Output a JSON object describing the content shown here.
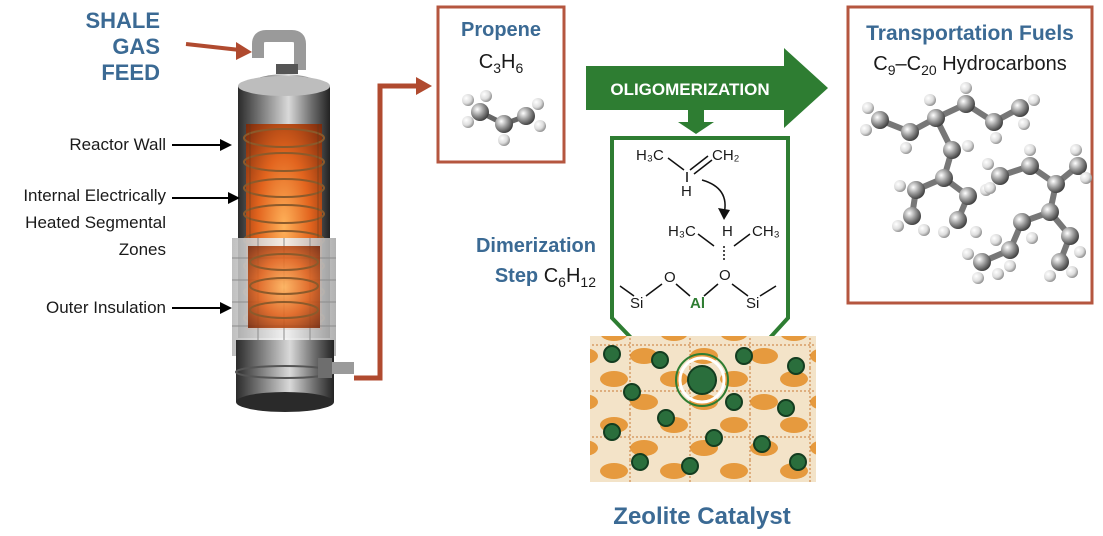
{
  "feed": {
    "line1": "SHALE",
    "line2": "GAS",
    "line3": "FEED"
  },
  "reactor_labels": {
    "wall": "Reactor Wall",
    "heated_1": "Internal Electrically",
    "heated_2": "Heated Segmental",
    "heated_3": "Zones",
    "insulation": "Outer Insulation"
  },
  "propene": {
    "title": "Propene",
    "formula_main": "C",
    "formula_sub1": "3",
    "formula_mid": "H",
    "formula_sub2": "6"
  },
  "oligomerization": {
    "label": "OLIGOMERIZATION"
  },
  "fuels": {
    "title": "Transportation Fuels",
    "formula_c1": "C",
    "formula_sub1": "9",
    "formula_dash": "–C",
    "formula_sub2": "20",
    "formula_rest": " Hydrocarbons"
  },
  "dimerization": {
    "line1": "Dimerization",
    "line2": "Step",
    "formula_c": "C",
    "formula_sub1": "6",
    "formula_h": "H",
    "formula_sub2": "12"
  },
  "mechanism": {
    "h3c": "H₃C",
    "ch2": "CH₂",
    "h_top": "H",
    "h3c2": "H₃C",
    "h_mid": "H",
    "ch3": "CH₃",
    "o_left": "O",
    "o_right": "O",
    "si_left": "Si",
    "al": "Al",
    "si_right": "Si"
  },
  "zeolite": {
    "label": "Zeolite Catalyst"
  },
  "colors": {
    "arrow_red": "#b04a2f",
    "green": "#2e7d32",
    "blue_text": "#3b6a94",
    "box_border": "#b5563f"
  }
}
